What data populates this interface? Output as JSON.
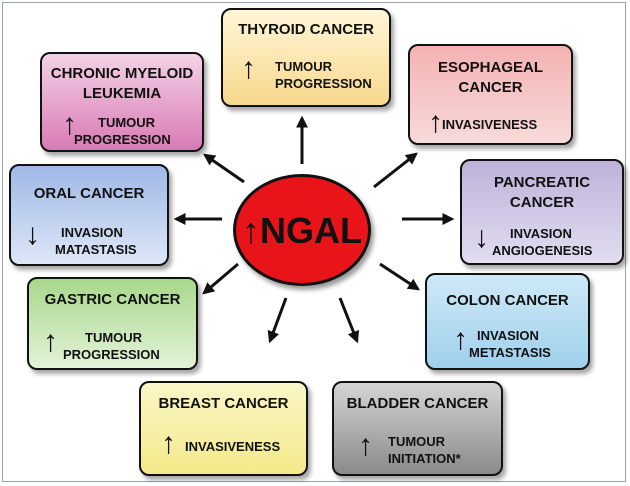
{
  "center": {
    "label": "↑NGAL"
  },
  "cancers": [
    {
      "id": "thyroid",
      "title": "THYROID CANCER",
      "direction": "↑",
      "effect": [
        "TUMOUR",
        "PROGRESSION"
      ],
      "color_top": "#fff6d8",
      "color_bottom": "#f7d88c"
    },
    {
      "id": "cml",
      "title": "CHRONIC MYELOID LEUKEMIA",
      "direction": "↑",
      "effect": [
        "TUMOUR",
        "PROGRESSION"
      ],
      "color_top": "#f3d2e6",
      "color_bottom": "#d97ab4"
    },
    {
      "id": "esophageal",
      "title": "ESOPHAGEAL CANCER",
      "direction": "↑",
      "effect": [
        "INVASIVENESS"
      ],
      "color_top": "#f4b2b2",
      "color_bottom": "#f7dada"
    },
    {
      "id": "oral",
      "title": "ORAL CANCER",
      "direction": "↓",
      "effect": [
        "INVASION",
        "MATASTASIS"
      ],
      "color_top": "#9fb8e6",
      "color_bottom": "#dde7f7"
    },
    {
      "id": "pancreatic",
      "title": "PANCREATIC CANCER",
      "direction": "↓",
      "effect": [
        "INVASION",
        "ANGIOGENESIS"
      ],
      "color_top": "#bdb2d9",
      "color_bottom": "#e2ddf0"
    },
    {
      "id": "gastric",
      "title": "GASTRIC CANCER",
      "direction": "↑",
      "effect": [
        "TUMOUR",
        "PROGRESSION"
      ],
      "color_top": "#a8d88c",
      "color_bottom": "#e3f2d8"
    },
    {
      "id": "colon",
      "title": "COLON CANCER",
      "direction": "↑",
      "effect": [
        "INVASION",
        "METASTASIS"
      ],
      "color_top": "#cfe9f7",
      "color_bottom": "#9fd0ec"
    },
    {
      "id": "breast",
      "title": "BREAST CANCER",
      "direction": "↑",
      "effect": [
        "INVASIVENESS"
      ],
      "color_top": "#fbf6c8",
      "color_bottom": "#f3e98a"
    },
    {
      "id": "bladder",
      "title": "BLADDER CANCER",
      "direction": "↑",
      "effect": [
        "TUMOUR",
        "INITIATION*"
      ],
      "color_top": "#d4d4d4",
      "color_bottom": "#8a8a8a"
    }
  ],
  "colors": {
    "center_fill": "#e8141a",
    "border": "#111111",
    "arrow": "#111111"
  }
}
